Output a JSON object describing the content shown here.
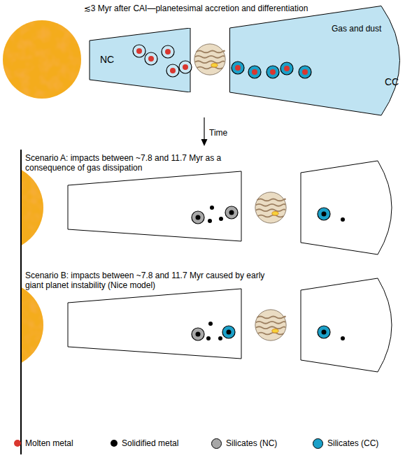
{
  "diagram": {
    "title": "≲3 Myr after CAI—planetesimal accretion and differentiation",
    "nodes": [
      {
        "text": [
          "NC"
        ]
      },
      {
        "text": [
          "Gas and dust",
          "CC"
        ]
      }
    ],
    "labels": [
      "Time",
      "Scenario A: impacts between ~7.8 and 11.7 Myr as a consequence of gas dissipation",
      "Scenario B: impacts between ~7.8 and 11.7 Myr caused by early giant planet instability (Nice model)"
    ],
    "legend": [
      {
        "text": "Molten metal",
        "color": "#d9372f"
      },
      {
        "text": "Solidified metal",
        "color": "#000000"
      },
      {
        "text": "Silicates (NC)",
        "color": "#a8a8a8"
      },
      {
        "text": "Silicates (CC)",
        "color": "#1ba0c8"
      }
    ]
  }
}
